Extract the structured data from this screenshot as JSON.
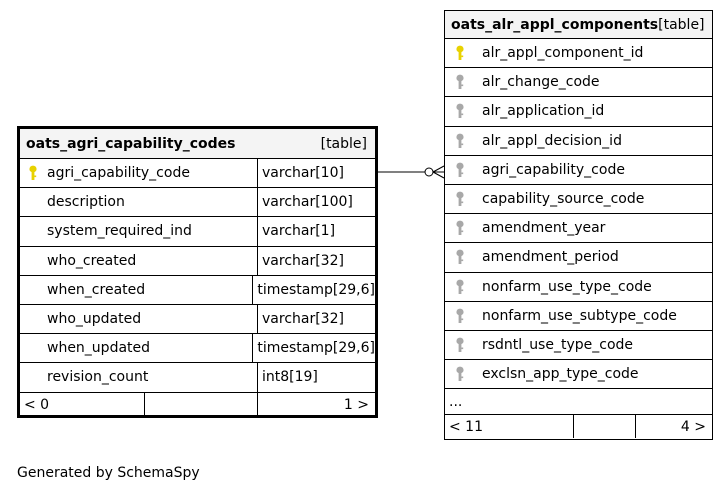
{
  "main_table": {
    "name": "oats_agri_capability_codes",
    "kind": "[table]",
    "columns": [
      {
        "name": "agri_capability_code",
        "type": "varchar[10]",
        "key": "primary"
      },
      {
        "name": "description",
        "type": "varchar[100]",
        "key": "none"
      },
      {
        "name": "system_required_ind",
        "type": "varchar[1]",
        "key": "none"
      },
      {
        "name": "who_created",
        "type": "varchar[32]",
        "key": "none"
      },
      {
        "name": "when_created",
        "type": "timestamp[29,6]",
        "key": "none"
      },
      {
        "name": "who_updated",
        "type": "varchar[32]",
        "key": "none"
      },
      {
        "name": "when_updated",
        "type": "timestamp[29,6]",
        "key": "none"
      },
      {
        "name": "revision_count",
        "type": "int8[19]",
        "key": "none"
      }
    ],
    "footer": {
      "children": "< 0",
      "middle": "",
      "parents": "1 >"
    }
  },
  "related_table": {
    "name": "oats_alr_appl_components",
    "kind": "[table]",
    "columns": [
      {
        "name": "alr_appl_component_id",
        "key": "primary"
      },
      {
        "name": "alr_change_code",
        "key": "foreign"
      },
      {
        "name": "alr_application_id",
        "key": "foreign"
      },
      {
        "name": "alr_appl_decision_id",
        "key": "foreign"
      },
      {
        "name": "agri_capability_code",
        "key": "foreign"
      },
      {
        "name": "capability_source_code",
        "key": "foreign"
      },
      {
        "name": "amendment_year",
        "key": "foreign"
      },
      {
        "name": "amendment_period",
        "key": "foreign"
      },
      {
        "name": "nonfarm_use_type_code",
        "key": "foreign"
      },
      {
        "name": "nonfarm_use_subtype_code",
        "key": "foreign"
      },
      {
        "name": "rsdntl_use_type_code",
        "key": "foreign"
      },
      {
        "name": "exclsn_app_type_code",
        "key": "foreign"
      }
    ],
    "more": "...",
    "footer": {
      "children": "< 11",
      "middle": "",
      "parents": "4 >"
    }
  },
  "relationship": {
    "from": "oats_agri_capability_codes.agri_capability_code",
    "to": "oats_alr_appl_components.agri_capability_code",
    "cardinality": "one-to-zero-or-many"
  },
  "colors": {
    "primary_key": "#e8d200",
    "foreign_key": "#a8a8a8",
    "header_bg": "#f4f4f4",
    "line": "#000000"
  },
  "credit": "Generated by SchemaSpy"
}
